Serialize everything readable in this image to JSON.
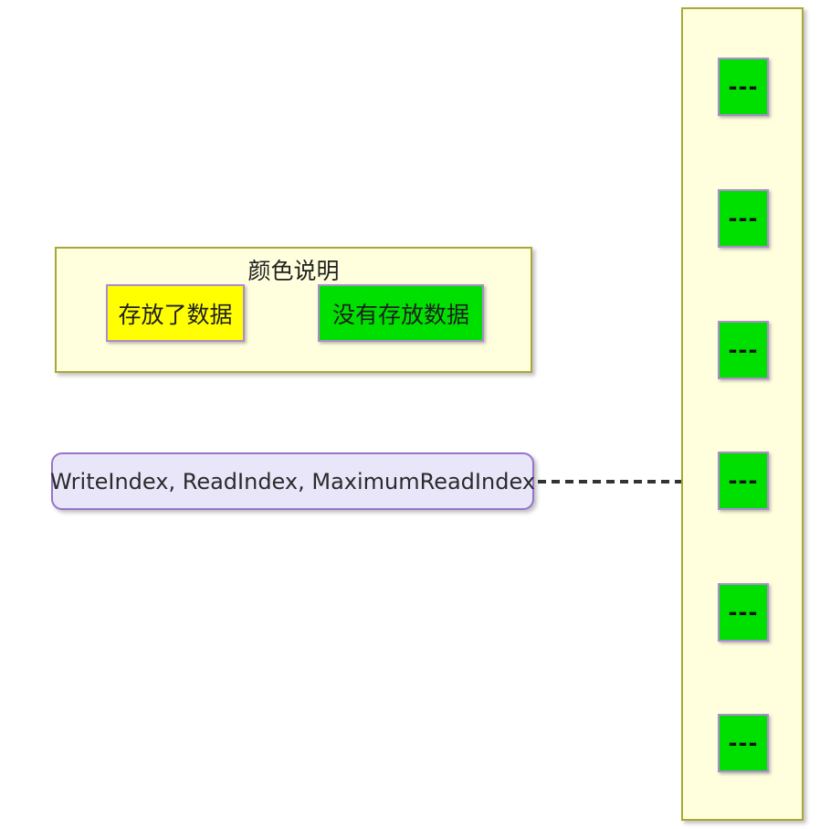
{
  "colors": {
    "page_background": "#FFFFFF",
    "panel_background": "#FFFFDE",
    "panel_border": "#A8A83A",
    "filled_color": "#FFFF00",
    "empty_color": "#00E000",
    "swatch_border": "#AE8CD0",
    "pointer_background": "#E9E6FA",
    "pointer_border": "#9673C8",
    "arrow_color": "#333333",
    "text_color": "#1F1F1F"
  },
  "legend": {
    "title": "颜色说明",
    "items": [
      {
        "id": "filled",
        "label": "存放了数据",
        "color": "#FFFF00"
      },
      {
        "id": "empty",
        "label": "没有存放数据",
        "color": "#00E000"
      }
    ]
  },
  "pointer": {
    "label": "WriteIndex, ReadIndex, MaximumReadIndex",
    "target_cell_index": 3
  },
  "buffer": {
    "cells": [
      {
        "label": "---",
        "state": "empty"
      },
      {
        "label": "---",
        "state": "empty"
      },
      {
        "label": "---",
        "state": "empty"
      },
      {
        "label": "---",
        "state": "empty"
      },
      {
        "label": "---",
        "state": "empty"
      },
      {
        "label": "---",
        "state": "empty"
      }
    ]
  }
}
